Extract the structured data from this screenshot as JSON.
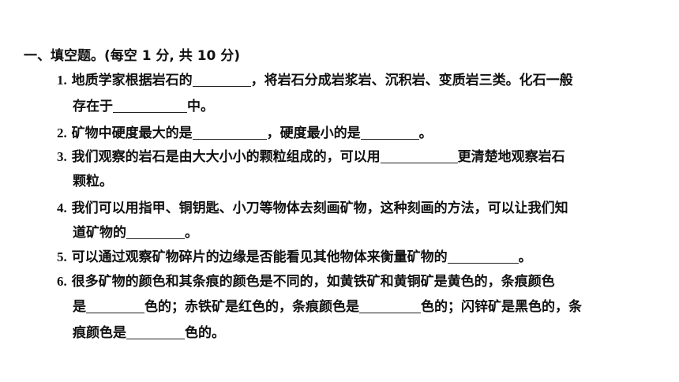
{
  "section": {
    "title": "一、填空题。(每空 1 分, 共 10 分)"
  },
  "questions": [
    {
      "num": "1.",
      "lines": [
        [
          "地质学家根据岩石的",
          "，将岩石分成岩浆岩、沉积岩、变质岩三类。化石一般"
        ],
        [
          "存在于",
          "中。"
        ]
      ]
    },
    {
      "num": "2.",
      "lines": [
        [
          "矿物中硬度最大的是",
          "，硬度最小的是",
          "。"
        ]
      ]
    },
    {
      "num": "3.",
      "lines": [
        [
          "我们观察的岩石是由大大小小的颗粒组成的，可以用",
          "更清楚地观察岩石"
        ],
        [
          "颗粒。"
        ]
      ]
    },
    {
      "num": "4.",
      "lines": [
        [
          "我们可以用指甲、铜钥匙、小刀等物体去刻画矿物，这种刻画的方法，可以让我们知"
        ],
        [
          "道矿物的",
          "。"
        ]
      ]
    },
    {
      "num": "5.",
      "lines": [
        [
          "可以通过观察矿物碎片的边缘是否能看见其他物体来衡量矿物的",
          "。"
        ]
      ]
    },
    {
      "num": "6.",
      "lines": [
        [
          "很多矿物的颜色和其条痕的颜色是不同的，如黄铁矿和黄铜矿是黄色的，条痕颜色"
        ],
        [
          "是",
          "色的；赤铁矿是红色的，条痕颜色是",
          "色的；闪锌矿是黑色的，条"
        ],
        [
          "痕颜色是",
          "色的。"
        ]
      ]
    }
  ]
}
